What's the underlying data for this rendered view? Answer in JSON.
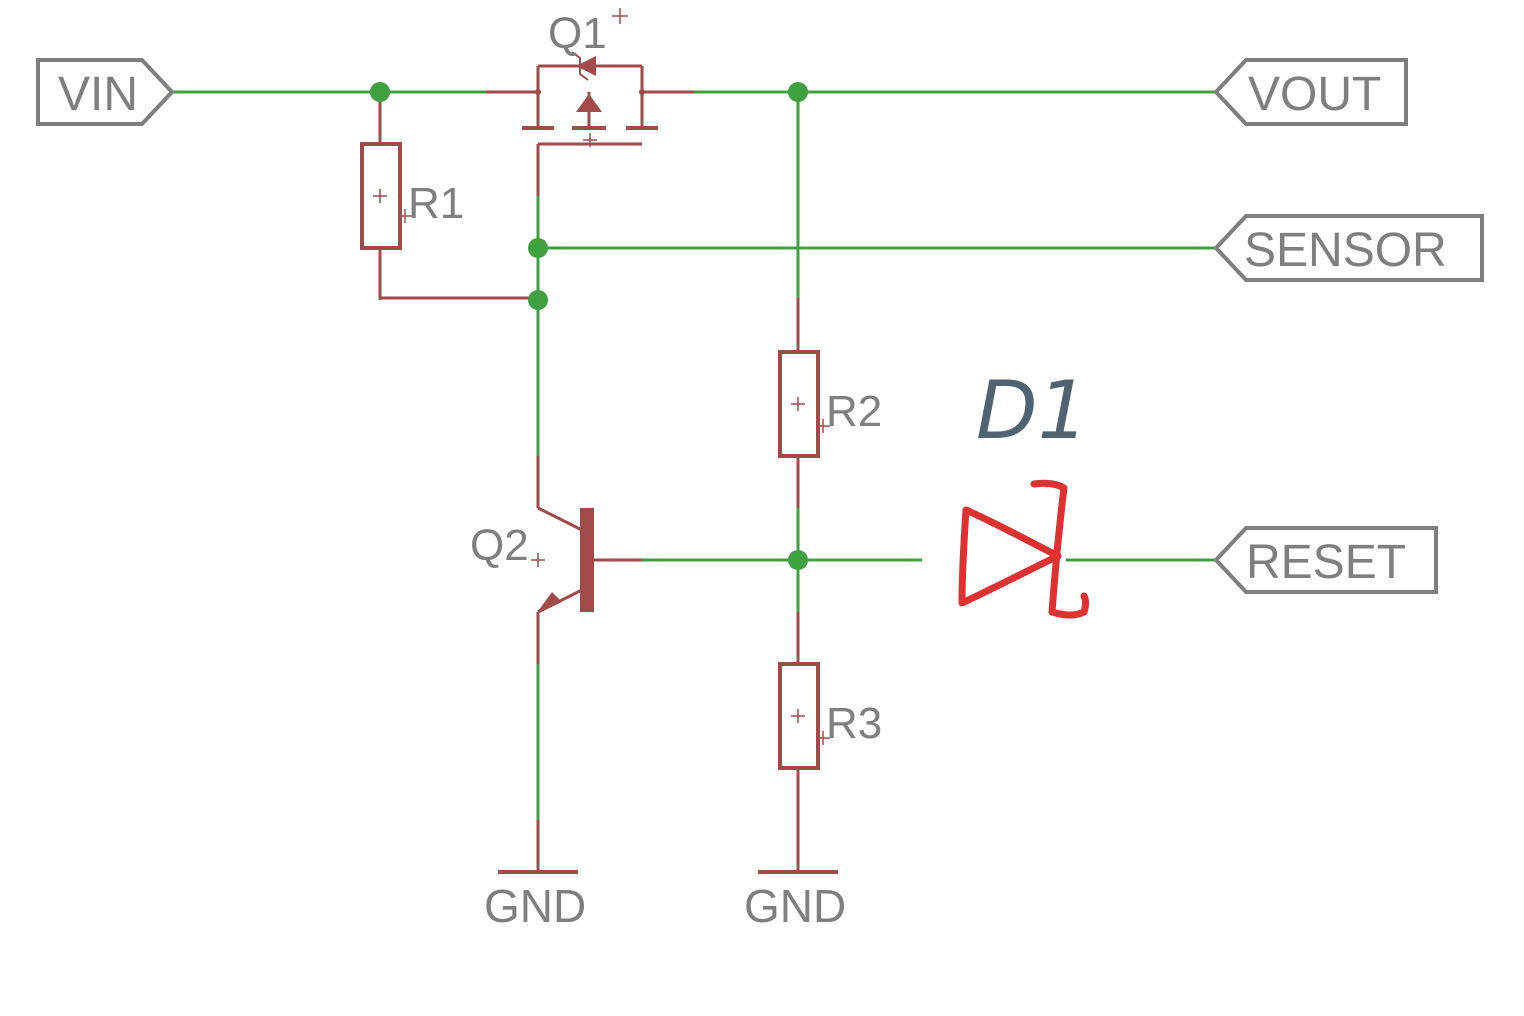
{
  "ports": {
    "vin": "VIN",
    "vout": "VOUT",
    "sensor": "SENSOR",
    "reset": "RESET"
  },
  "components": {
    "q1": "Q1",
    "q2": "Q2",
    "r1": "R1",
    "r2": "R2",
    "r3": "R3",
    "d1": "D1"
  },
  "grounds": {
    "gnd_left": "GND",
    "gnd_right": "GND"
  },
  "colors": {
    "wire": "#3fa03f",
    "part": "#a04a4a",
    "label": "#7f7f7f",
    "annotation_text": "#4f6470",
    "annotation_diode": "#e03030"
  }
}
